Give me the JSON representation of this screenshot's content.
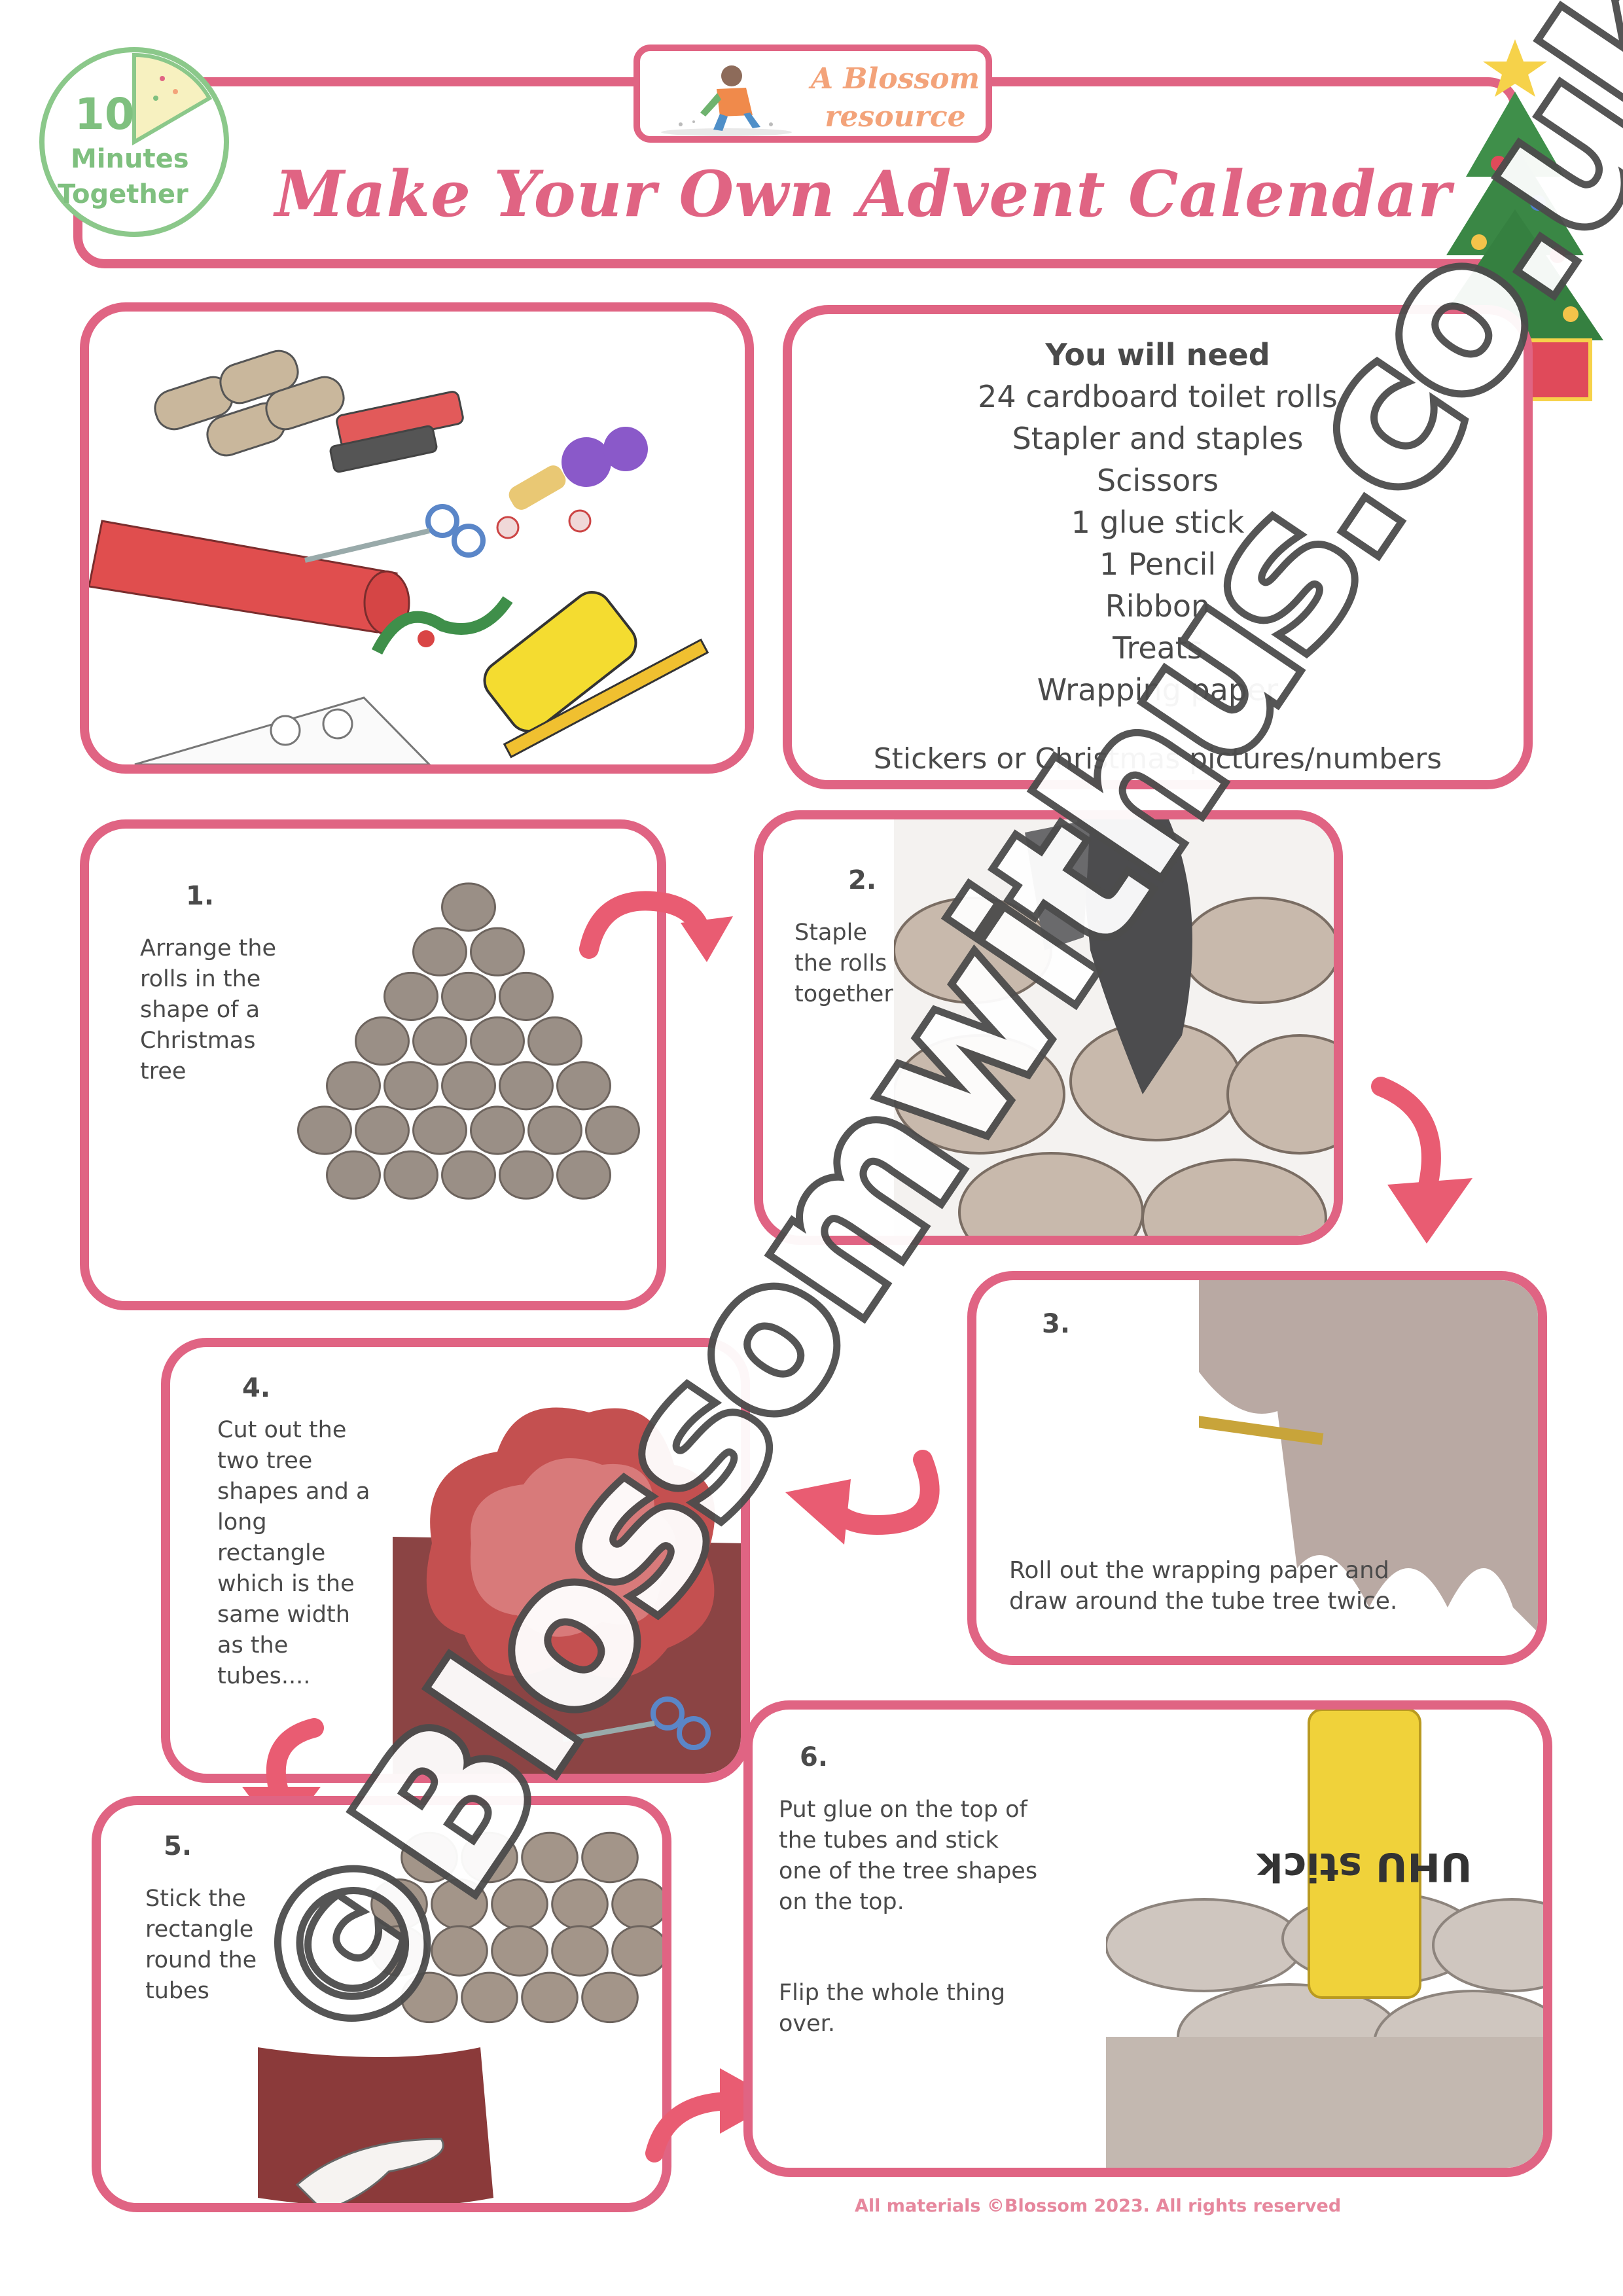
{
  "header": {
    "badge_line1": "A Blossom",
    "badge_line2": "resource",
    "logo_number": "10",
    "logo_word1": "Minutes",
    "logo_word2": "Together",
    "title": "Make Your Own Advent Calendar"
  },
  "materials": {
    "heading": "You will need",
    "items": [
      "24 cardboard toilet rolls",
      "Stapler and staples",
      "Scissors",
      "1 glue stick",
      "1 Pencil",
      "Ribbon",
      "Treats",
      "Wrapping paper",
      "",
      "Stickers or Christmas pictures/numbers"
    ]
  },
  "steps": [
    {
      "number": "1.",
      "text": "Arrange the rolls in the shape of a Christmas tree"
    },
    {
      "number": "2.",
      "text": "Staple the rolls together"
    },
    {
      "number": "3.",
      "text": "Roll out the wrapping paper and draw around the tube tree twice."
    },
    {
      "number": "4.",
      "text": "Cut out the two tree shapes and a long rectangle which is the same width as the tubes...."
    },
    {
      "number": "5.",
      "text": "Stick the rectangle round the tubes"
    },
    {
      "number": "6.",
      "text": "Put glue on the top of the tubes and stick one of the tree shapes on the top.",
      "text2": "Flip the whole thing over."
    }
  ],
  "glue_label": "UHU stick",
  "footer": "All materials ©Blossom 2023. All rights reserved",
  "watermark": "©Blossomwithus.co.uk",
  "colors": {
    "accent": "#e06483",
    "green": "#7fc07f",
    "orange": "#f3a37a"
  }
}
